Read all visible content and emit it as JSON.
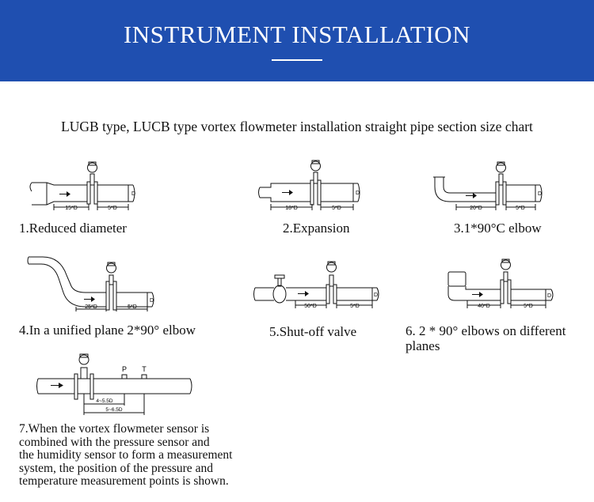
{
  "header": {
    "title": "INSTRUMENT INSTALLATION",
    "subtitle": "LUGB type, LUCB type vortex flowmeter installation straight pipe section size chart",
    "banner_color": "#1f4fb0"
  },
  "diagrams": [
    {
      "caption": "1.Reduced diameter",
      "up_label": "15*D",
      "down_label": "5*D",
      "dia_label": "D"
    },
    {
      "caption": "2.Expansion",
      "up_label": "18*D",
      "down_label": "5*D",
      "dia_label": "D"
    },
    {
      "caption": "3.1*90°C elbow",
      "up_label": "20*D",
      "down_label": "5*D",
      "dia_label": "D"
    },
    {
      "caption": "4.In a unified plane 2*90° elbow",
      "up_label": "25*D",
      "down_label": "5*D",
      "dia_label": "D"
    },
    {
      "caption": "5.Shut-off valve",
      "up_label": "50*D",
      "down_label": "5*D",
      "dia_label": "D"
    },
    {
      "caption_lines": [
        "6. 2 * 90° elbows on different",
        "planes"
      ],
      "up_label": "40*D",
      "down_label": "5*D",
      "dia_label": "D"
    },
    {
      "caption_lines": [
        "7.When the vortex flowmeter sensor is",
        "combined with the pressure sensor and",
        "the humidity sensor to form a measurement",
        "system, the position of the pressure and",
        "temperature measurement points is shown."
      ],
      "p_label": "P",
      "t_label": "T",
      "dim1_label": "4~5.5D",
      "dim2_label": "5~6.5D"
    }
  ]
}
